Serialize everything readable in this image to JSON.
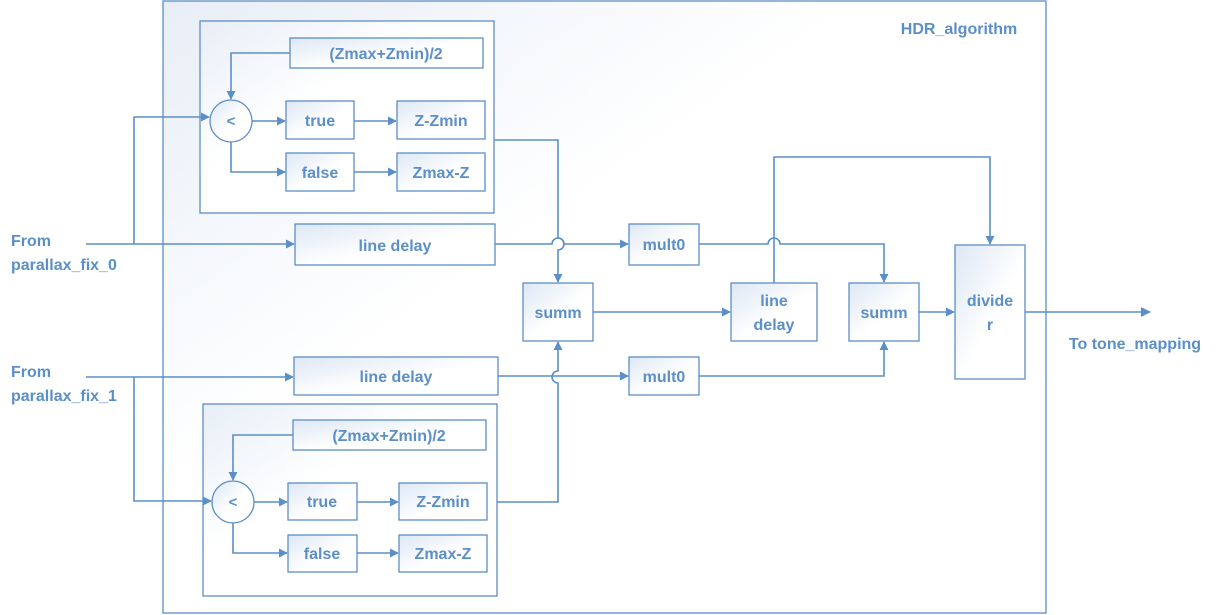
{
  "module_title": "HDR_algorithm",
  "inputs": {
    "in0": {
      "line1": "From",
      "line2": "parallax_fix_0"
    },
    "in1": {
      "line1": "From",
      "line2": "parallax_fix_1"
    }
  },
  "output": "To tone_mapping",
  "upper_block": {
    "threshold": "(Zmax+Zmin)/2",
    "compare": "<",
    "true_label": "true",
    "false_label": "false",
    "true_result": "Z-Zmin",
    "false_result": "Zmax-Z"
  },
  "lower_block": {
    "threshold": "(Zmax+Zmin)/2",
    "compare": "<",
    "true_label": "true",
    "false_label": "false",
    "true_result": "Z-Zmin",
    "false_result": "Zmax-Z"
  },
  "line_delay_top": "line delay",
  "line_delay_bottom": "line delay",
  "mult_top": "mult0",
  "mult_bottom": "mult0",
  "summ_left": "summ",
  "summ_right": "summ",
  "line_delay_mid": {
    "line1": "line",
    "line2": "delay"
  },
  "divider": {
    "line1": "divide",
    "line2": "r"
  }
}
